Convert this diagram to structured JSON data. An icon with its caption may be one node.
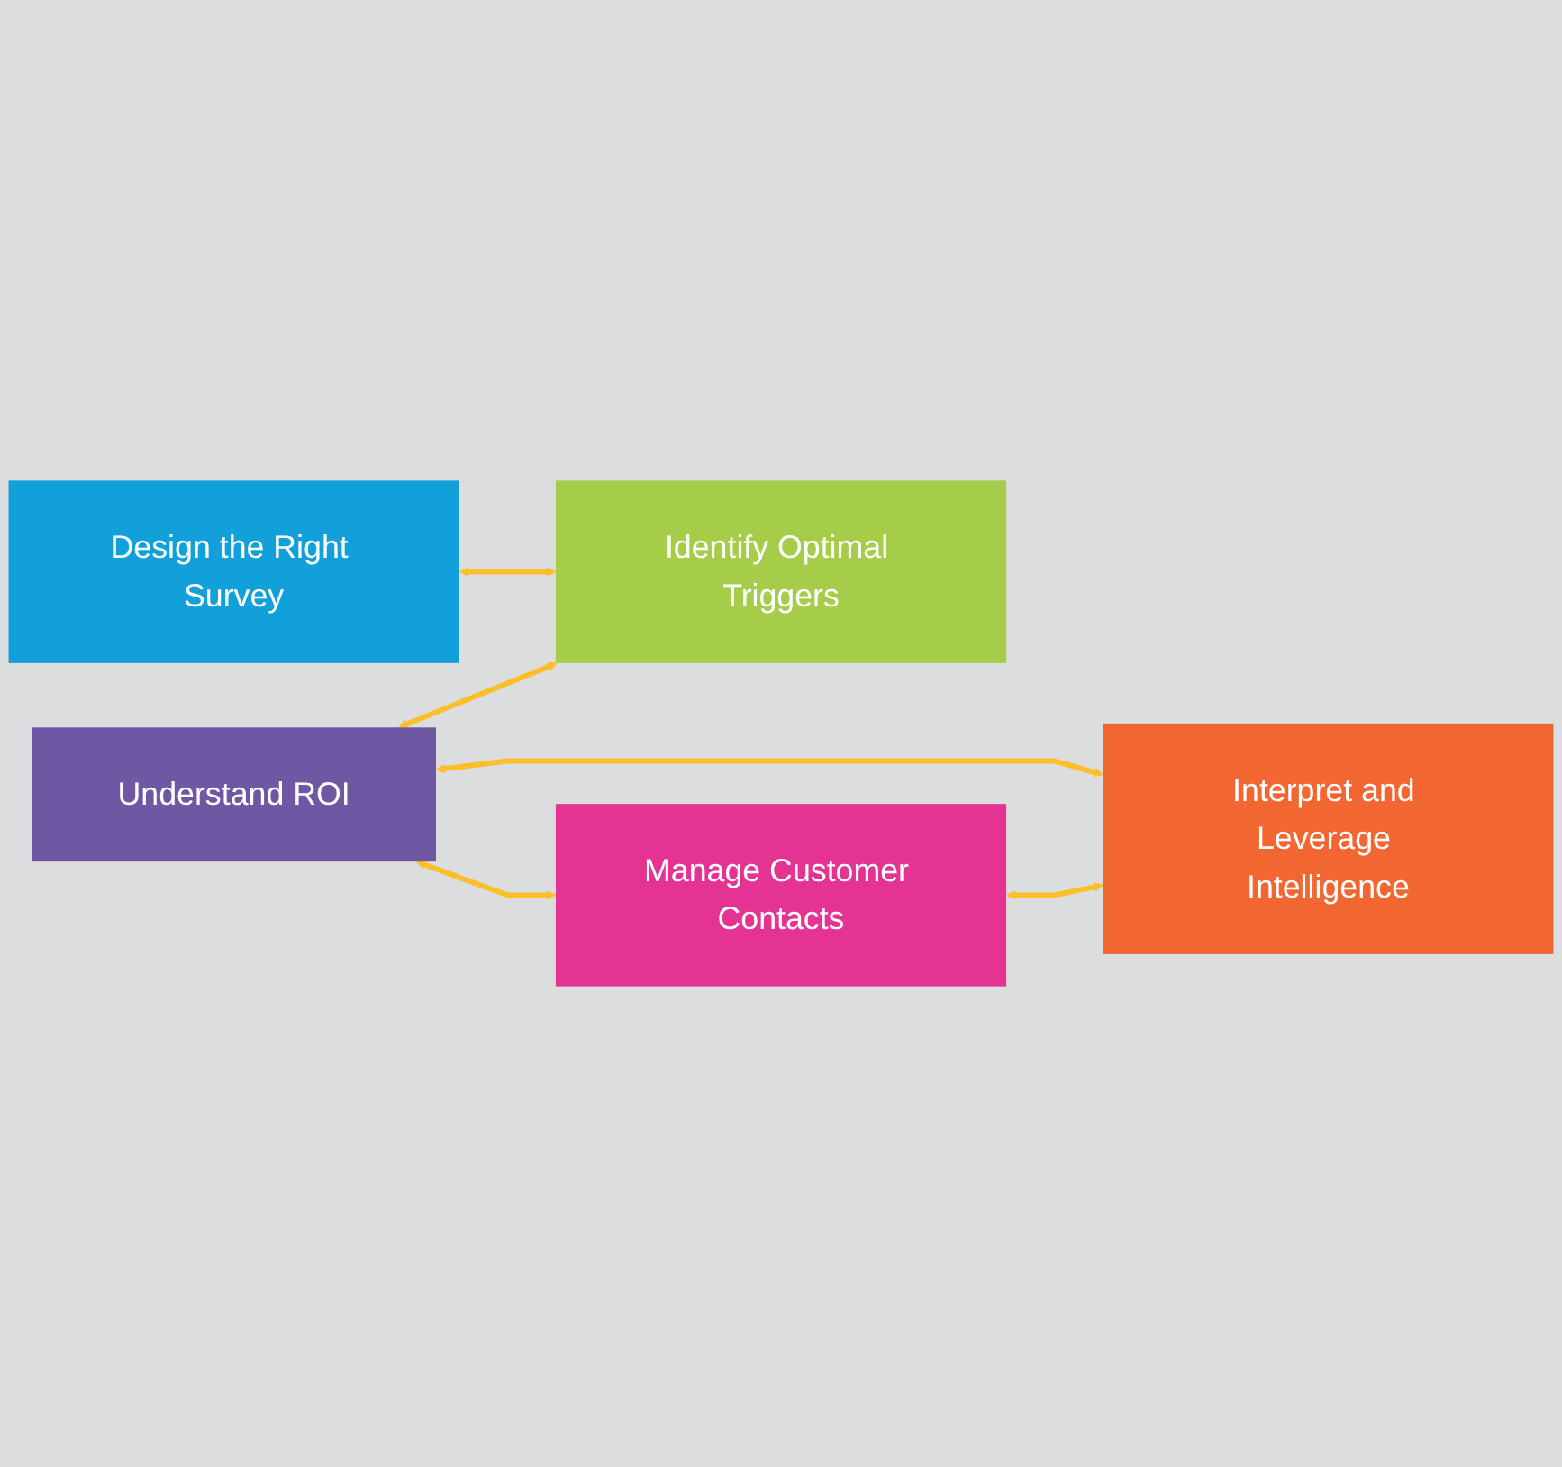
{
  "diagram": {
    "nodes": [
      {
        "text": [
          "Design the Right Survey"
        ]
      },
      {
        "text": [
          "Identify Optimal Triggers"
        ]
      },
      {
        "text": [
          "Understand ROI"
        ]
      },
      {
        "text": [
          "Manage Customer Contacts"
        ]
      },
      {
        "text": [
          "Interpret and Leverage Intelligence"
        ]
      }
    ],
    "edges": [
      {
        "from": 0,
        "to": 1,
        "arrow": "both"
      },
      {
        "from": 2,
        "to": 1,
        "arrow": "both"
      },
      {
        "from": 2,
        "to": 3,
        "arrow": "both"
      },
      {
        "from": 2,
        "to": 4,
        "arrow": "both"
      },
      {
        "from": 3,
        "to": 4,
        "arrow": "both"
      }
    ]
  }
}
